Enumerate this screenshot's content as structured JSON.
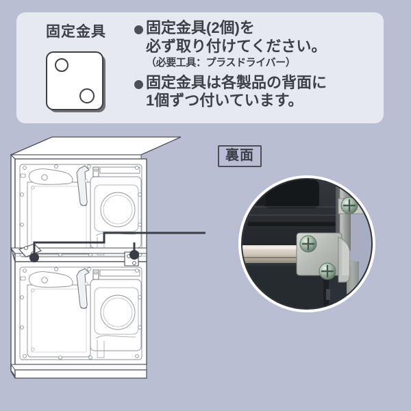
{
  "page": {
    "background_color": "#b9bed3",
    "panel_color": "#e6e9ef",
    "text_color": "#3c4049"
  },
  "info_panel": {
    "bracket_label": "固定金具",
    "bracket_icon": "mounting-bracket-plate-with-two-screw-holes",
    "bullets": [
      {
        "marker": "●",
        "lines": [
          "固定金具(2個)を",
          "必ず取り付けてください。"
        ],
        "note": "（必要工具：プラスドライバー）"
      },
      {
        "marker": "●",
        "lines": [
          "固定金具は各製品の背面に",
          "1個ずつ付いています。"
        ],
        "note": ""
      }
    ]
  },
  "diagram": {
    "rear_view_label": "裏面",
    "subject": "stacked-appliance-rear-view",
    "callout_count": 2,
    "detail_photo_caption": "bracket-screwed-between-two-units"
  }
}
